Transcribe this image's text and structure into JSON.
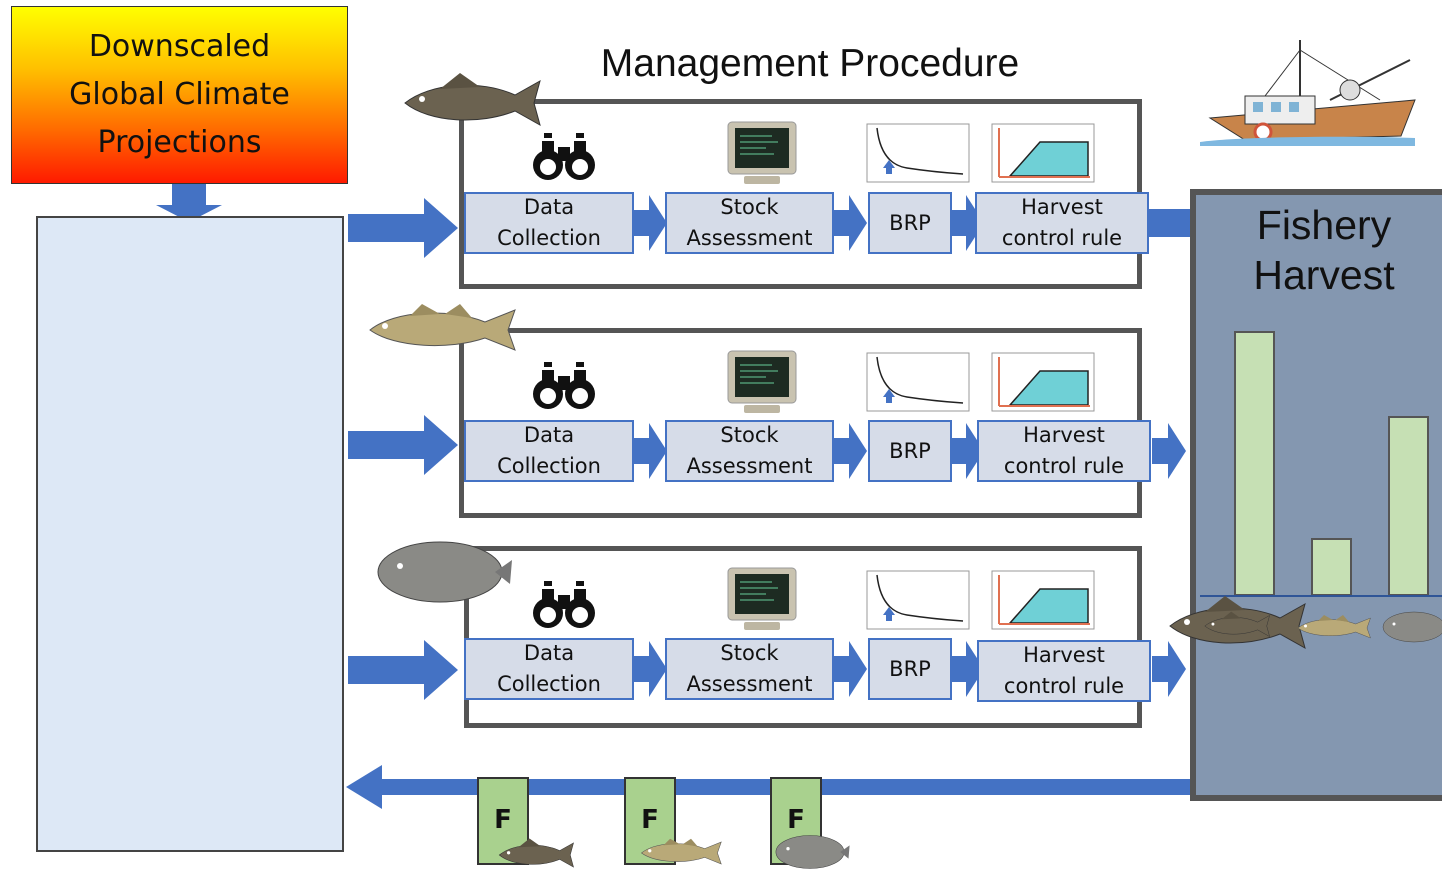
{
  "climate": {
    "label": "Downscaled\nGlobal Climate\nProjections"
  },
  "management": {
    "title": "Management Procedure"
  },
  "procedures": [
    {
      "steps": [
        "Data\nCollection",
        "Stock\nAssessment",
        "BRP",
        "Harvest\ncontrol rule"
      ]
    },
    {
      "steps": [
        "Data\nCollection",
        "Stock\nAssessment",
        "BRP",
        "Harvest\ncontrol rule"
      ]
    },
    {
      "steps": [
        "Data\nCollection",
        "Stock\nAssessment",
        "BRP",
        "Harvest\ncontrol rule"
      ]
    }
  ],
  "harvest": {
    "title": "Fishery\nHarvest",
    "chart_data": {
      "type": "bar",
      "categories": [
        "",
        "",
        ""
      ],
      "values": [
        265,
        58,
        180
      ],
      "title": "",
      "xlabel": "",
      "ylabel": ""
    }
  },
  "fishing_mortality": [
    "F",
    "F",
    "F"
  ],
  "colors": {
    "arrow": "#4472c4",
    "step_fill": "#d6dce8",
    "bar_fill": "#c6e0b4",
    "f_fill": "#a9d18e",
    "panel": "#8497b0"
  },
  "icons": [
    "binoculars-icon",
    "computer-monitor-icon",
    "brp-curve-icon",
    "harvest-rule-icon",
    "fish-icon",
    "fishing-boat-icon"
  ]
}
